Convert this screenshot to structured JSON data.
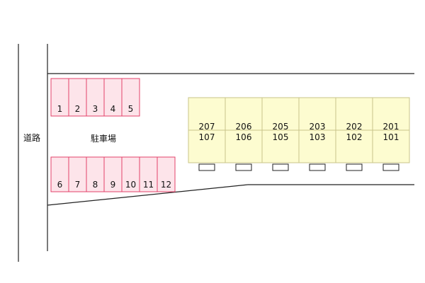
{
  "labels": {
    "road": "道路",
    "parking": "駐車場"
  },
  "parking_spaces": {
    "top_row": [
      "1",
      "2",
      "3",
      "4",
      "5"
    ],
    "bottom_row": [
      "6",
      "7",
      "8",
      "9",
      "10",
      "11",
      "12"
    ]
  },
  "building": {
    "upper_units": [
      "207",
      "206",
      "205",
      "203",
      "202",
      "201"
    ],
    "lower_units": [
      "107",
      "106",
      "105",
      "103",
      "102",
      "101"
    ]
  },
  "colors": {
    "parking_fill": "#fde4ea",
    "parking_stroke": "#e3426a",
    "building_fill": "#fdfcd0",
    "building_stroke": "#c9c48a",
    "line": "#222222"
  }
}
